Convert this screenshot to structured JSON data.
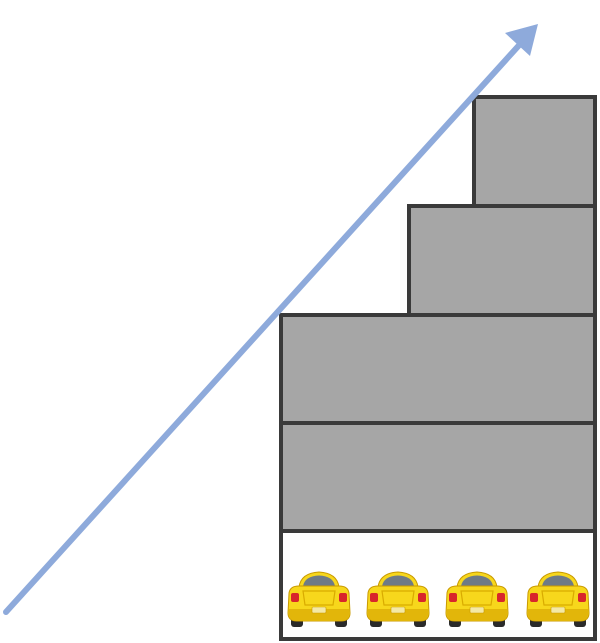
{
  "colors": {
    "background": "#ffffff",
    "arrow": "#8eaadb",
    "block_fill": "#a6a6a6",
    "block_stroke": "#3a3a3a",
    "car_body": "#f7d71c",
    "car_body_shade": "#d9ab00",
    "car_window": "#6f7b86",
    "car_tire": "#2b2b2b",
    "car_light": "#d8262b"
  },
  "icons": {
    "arrow": "arrow-up-right-icon",
    "car": "car-rear-icon"
  },
  "diagram": {
    "blocks": [
      {
        "name": "block-level-1"
      },
      {
        "name": "block-level-2"
      },
      {
        "name": "block-level-3"
      },
      {
        "name": "block-level-4"
      }
    ],
    "cars": [
      {
        "name": "car-1"
      },
      {
        "name": "car-2"
      },
      {
        "name": "car-3"
      },
      {
        "name": "car-4"
      }
    ]
  }
}
